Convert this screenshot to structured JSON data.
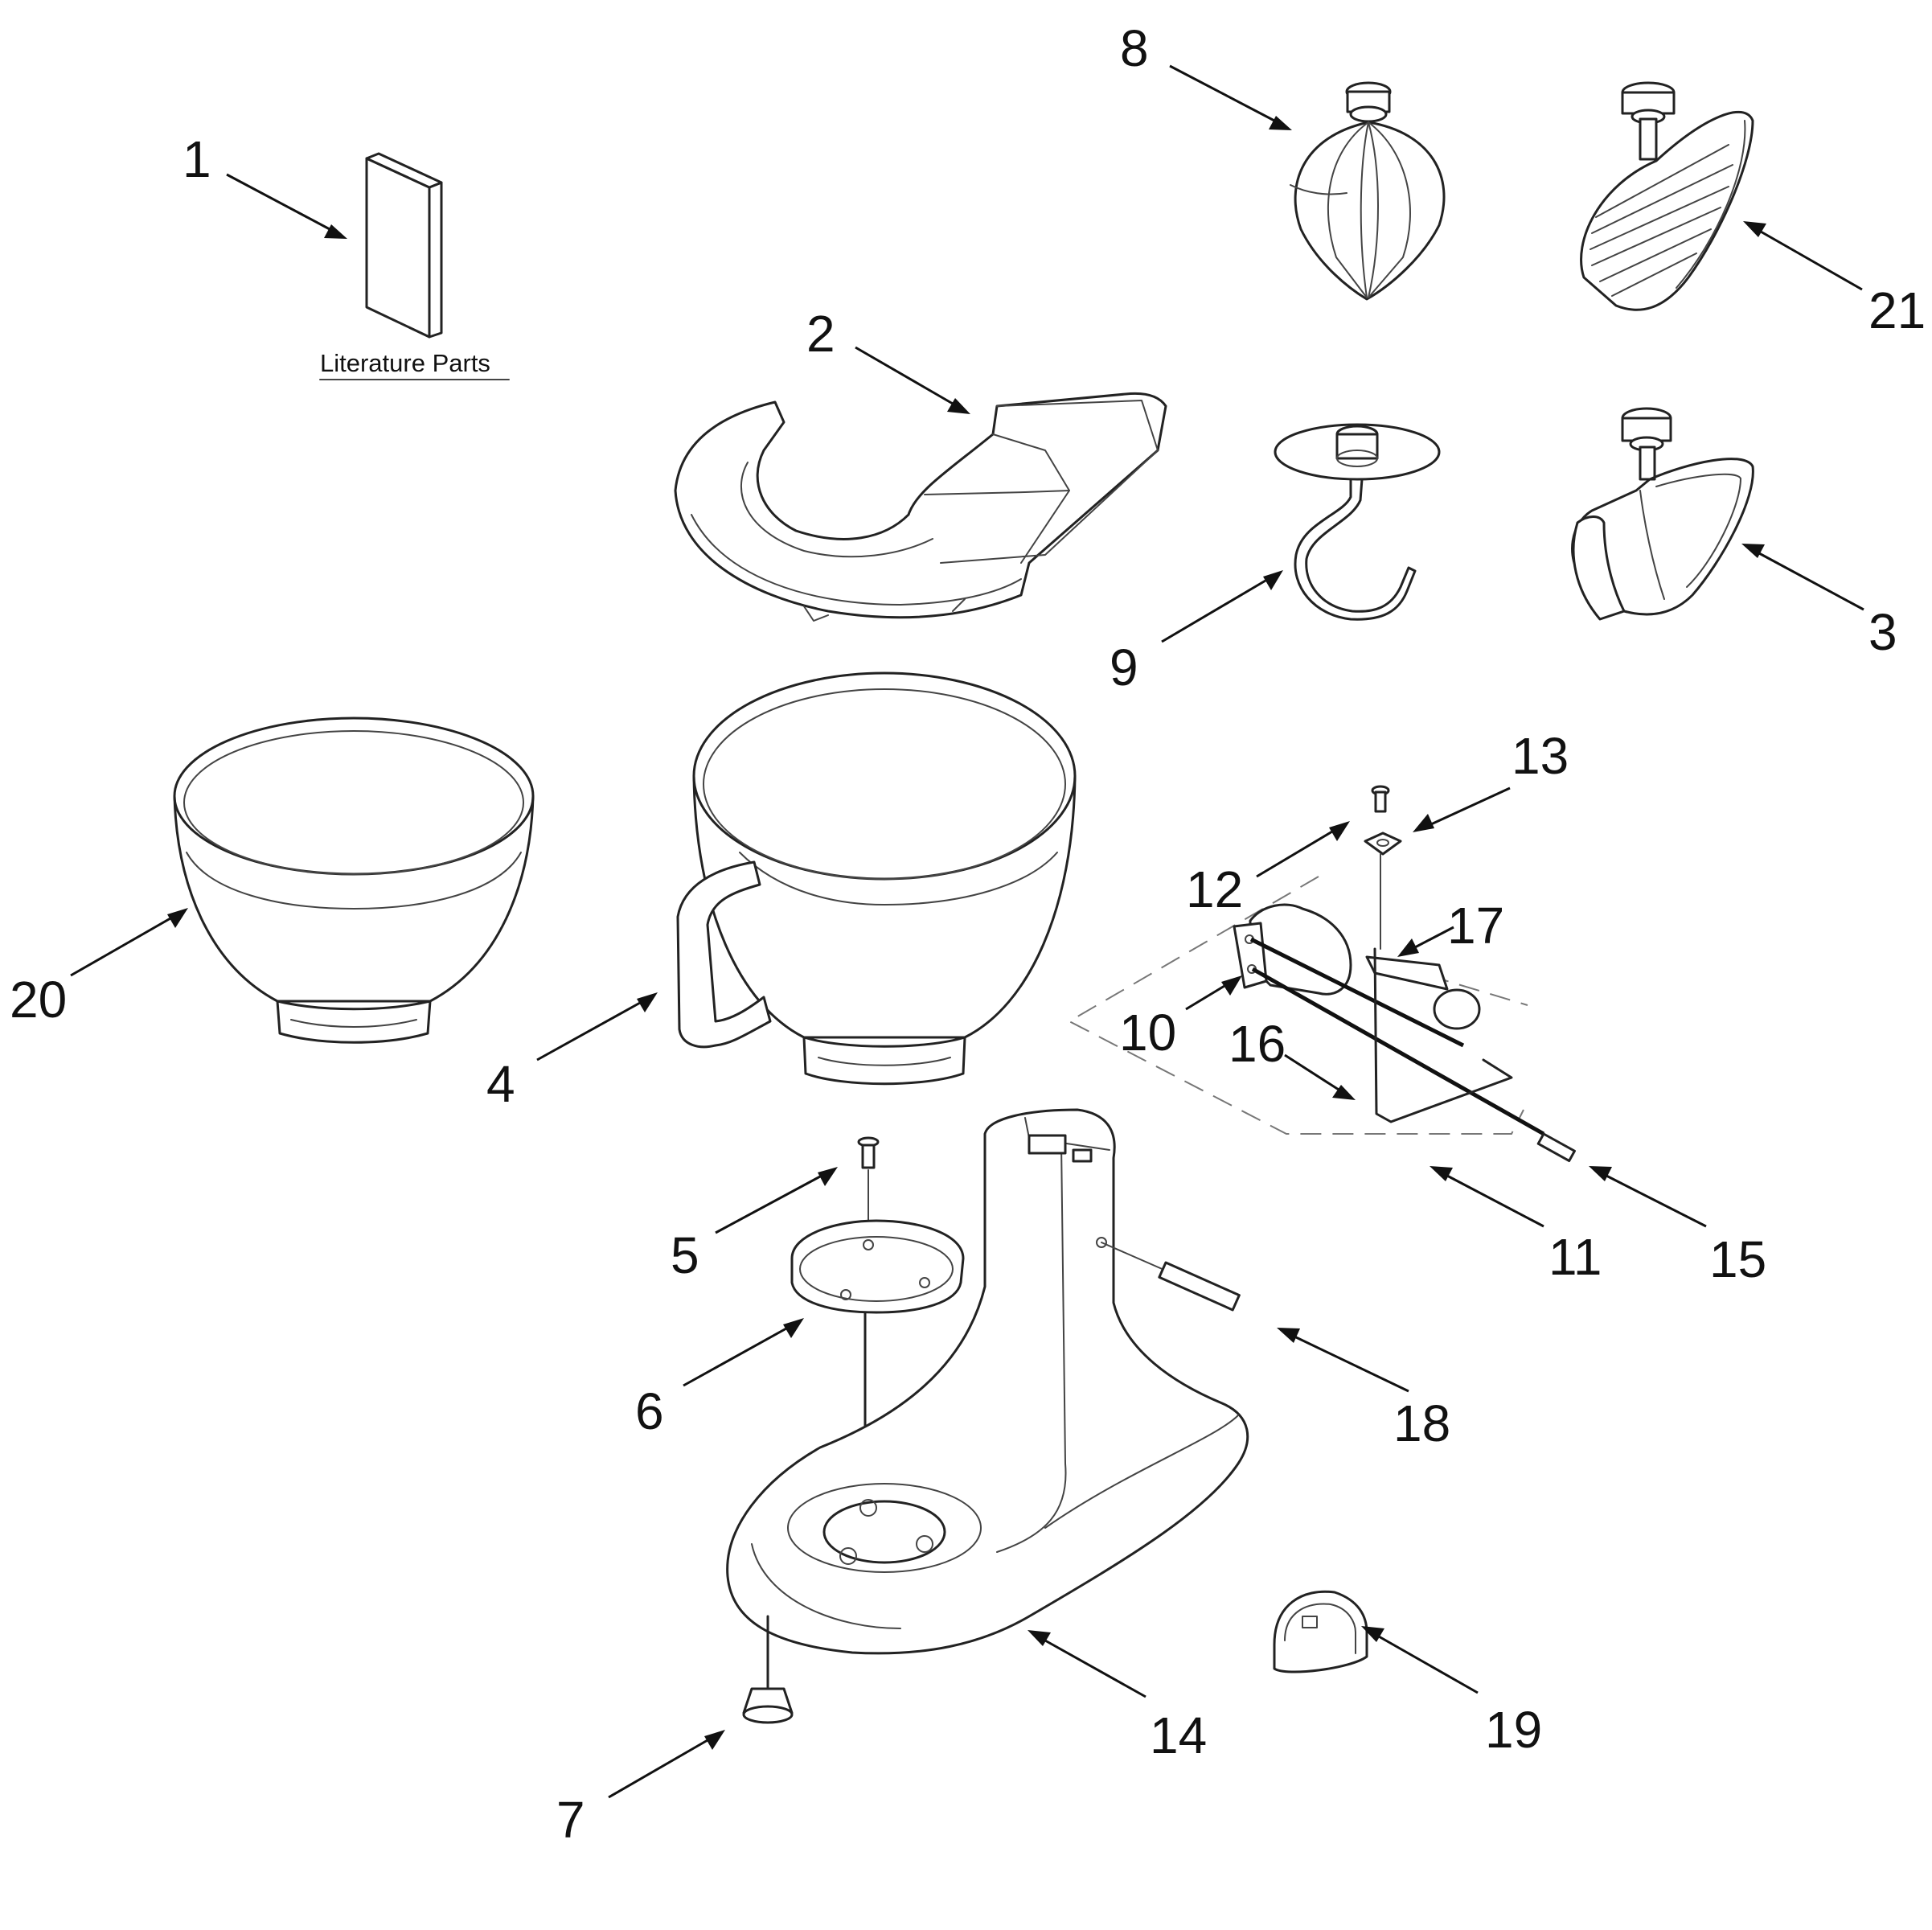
{
  "literature_label": "Literature Parts",
  "callouts": [
    {
      "id": "1",
      "text": "1"
    },
    {
      "id": "2",
      "text": "2"
    },
    {
      "id": "3",
      "text": "3"
    },
    {
      "id": "4",
      "text": "4"
    },
    {
      "id": "5",
      "text": "5"
    },
    {
      "id": "6",
      "text": "6"
    },
    {
      "id": "7",
      "text": "7"
    },
    {
      "id": "8",
      "text": "8"
    },
    {
      "id": "9",
      "text": "9"
    },
    {
      "id": "10",
      "text": "10"
    },
    {
      "id": "11",
      "text": "11"
    },
    {
      "id": "12",
      "text": "12"
    },
    {
      "id": "13",
      "text": "13"
    },
    {
      "id": "14",
      "text": "14"
    },
    {
      "id": "15",
      "text": "15"
    },
    {
      "id": "16",
      "text": "16"
    },
    {
      "id": "17",
      "text": "17"
    },
    {
      "id": "18",
      "text": "18"
    },
    {
      "id": "19",
      "text": "19"
    },
    {
      "id": "20",
      "text": "20"
    },
    {
      "id": "21",
      "text": "21"
    }
  ]
}
